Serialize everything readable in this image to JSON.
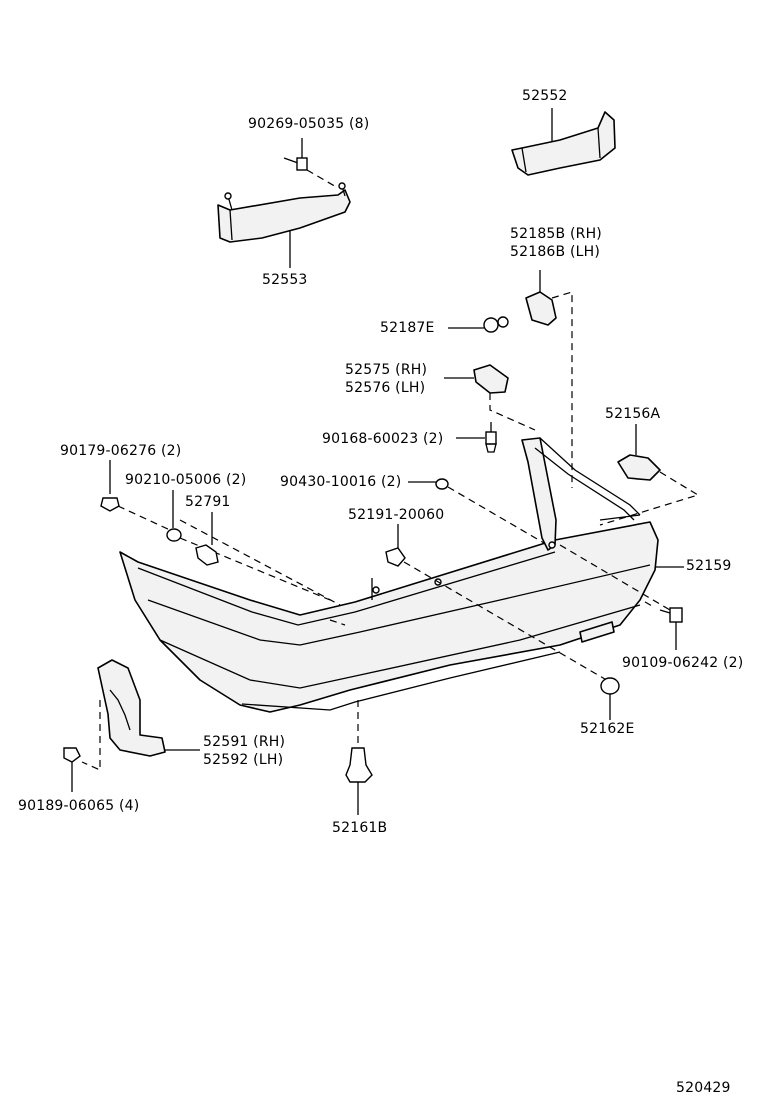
{
  "diagram_id": "520429",
  "labels": {
    "p52552": "52552",
    "p90269": "90269-05035 (8)",
    "p52553": "52553",
    "p52185b": "52185B (RH)",
    "p52186b": "52186B (LH)",
    "p52187e": "52187E",
    "p52575": "52575 (RH)",
    "p52576": "52576 (LH)",
    "p52156a": "52156A",
    "p90168": "90168-60023 (2)",
    "p90179": "90179-06276 (2)",
    "p90210": "90210-05006 (2)",
    "p52791": "52791",
    "p90430": "90430-10016 (2)",
    "p52191": "52191-20060",
    "p52159": "52159",
    "p90109": "90109-06242 (2)",
    "p52162e": "52162E",
    "p52591": "52591 (RH)",
    "p52592": "52592 (LH)",
    "p90189": "90189-06065 (4)",
    "p52161b": "52161B"
  }
}
